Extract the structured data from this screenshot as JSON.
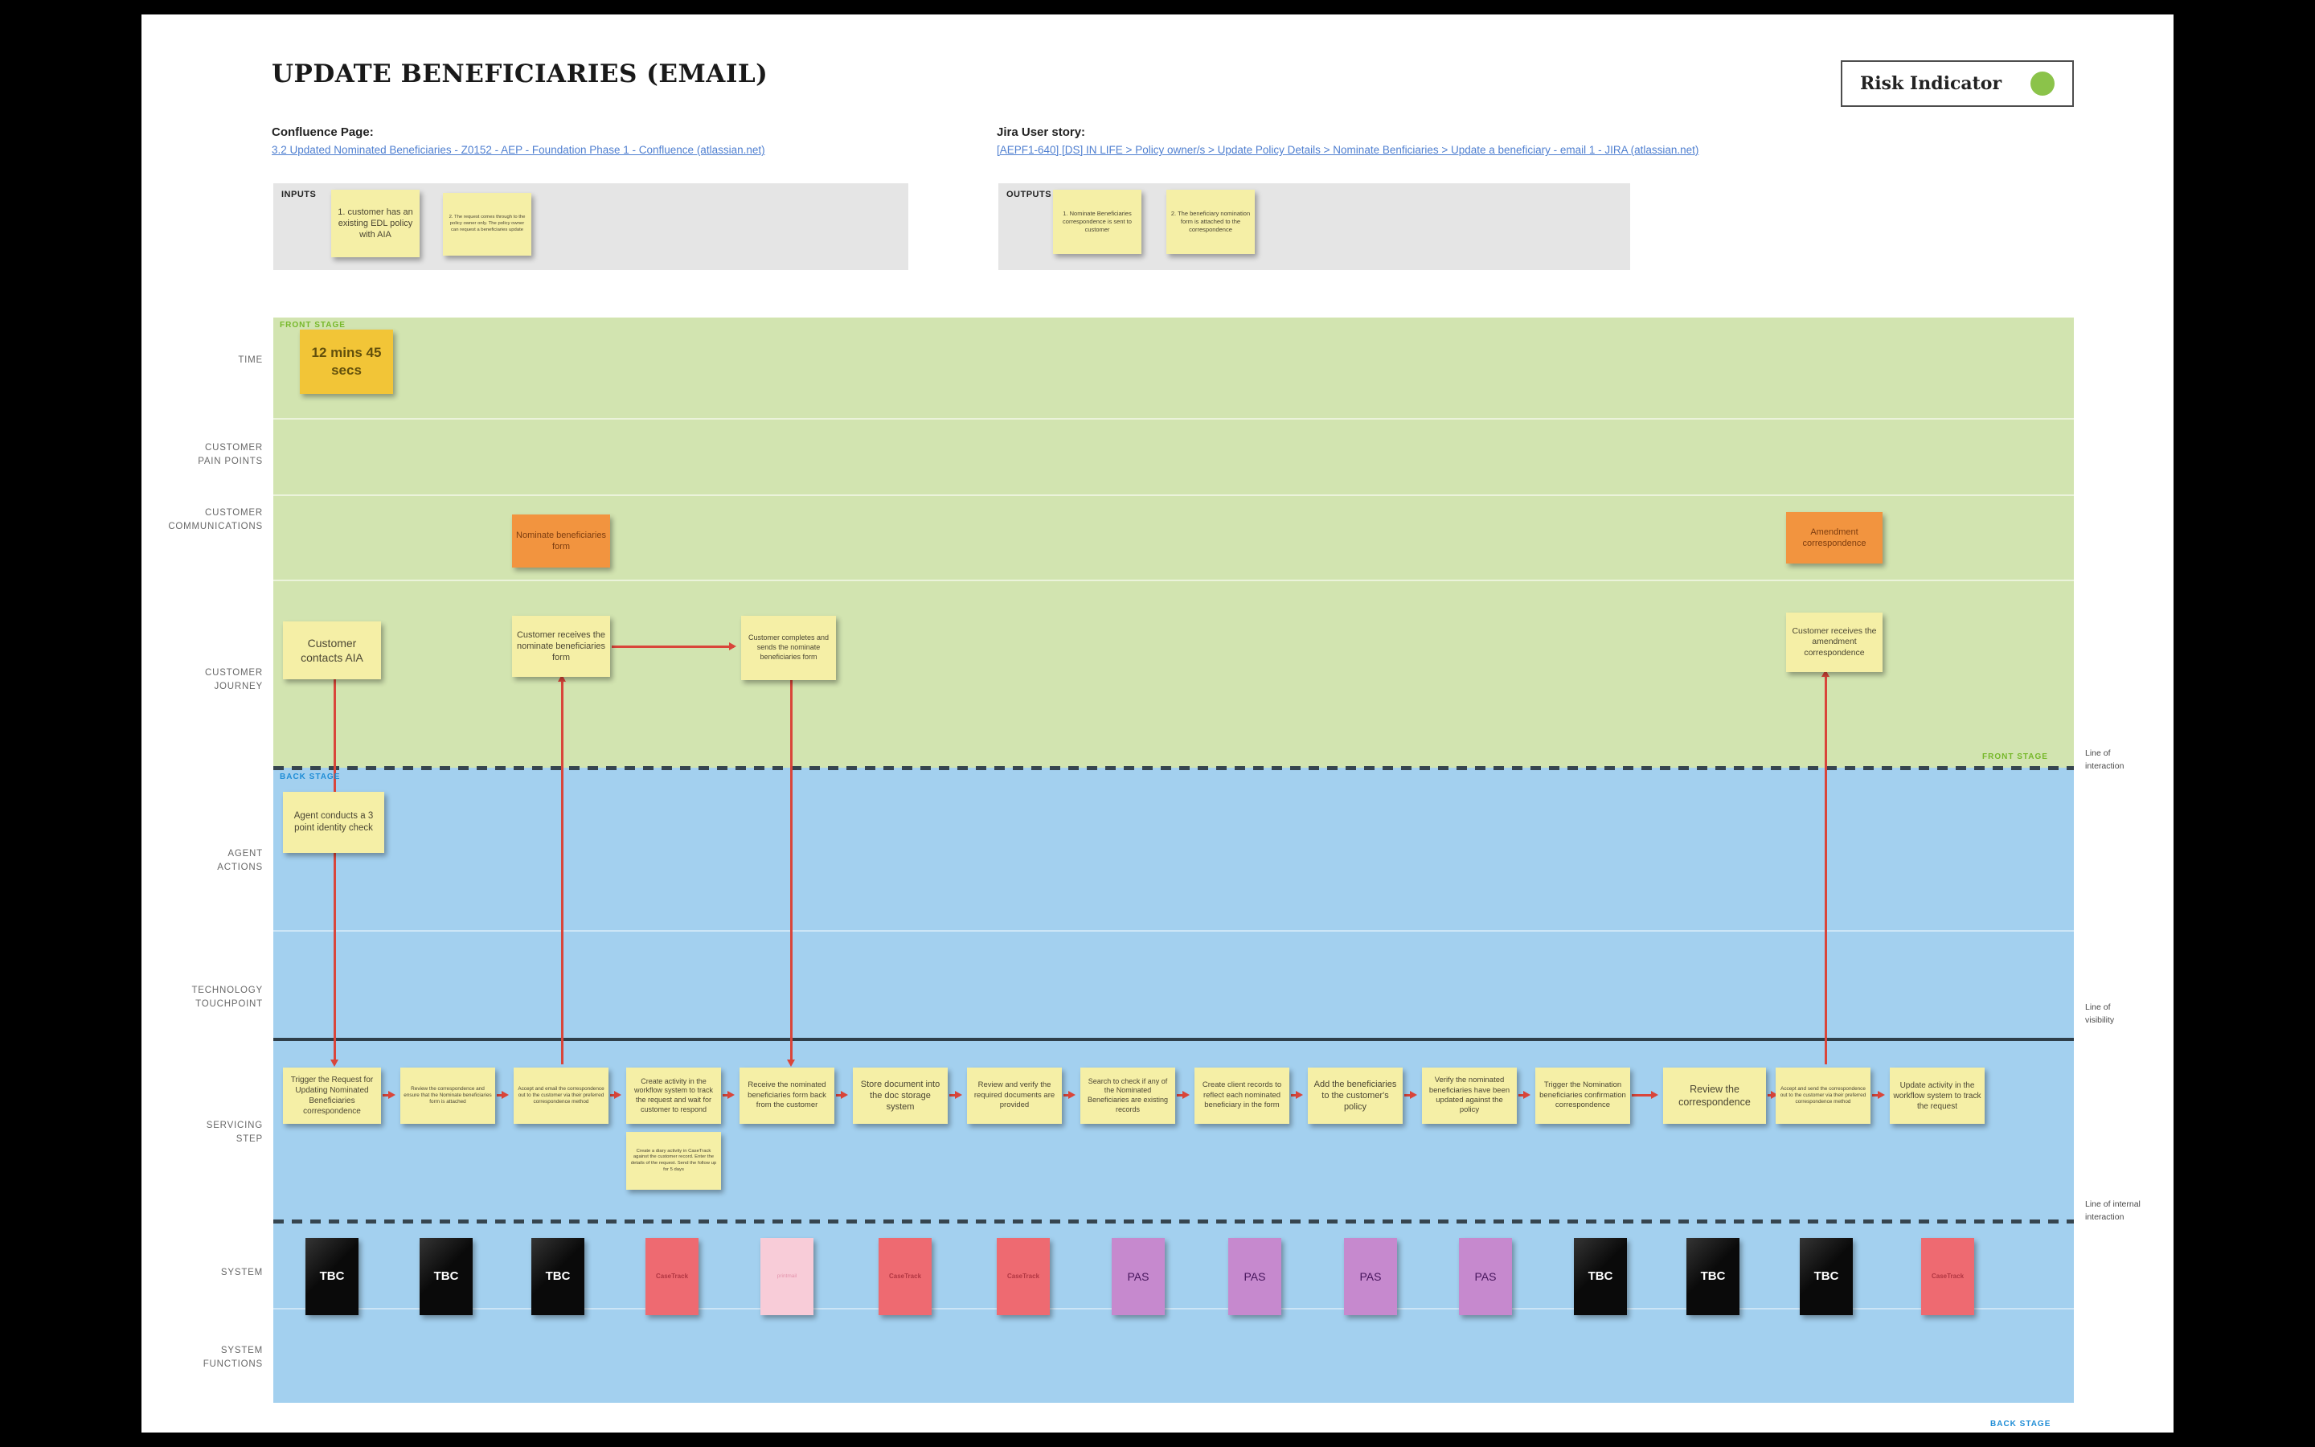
{
  "header": {
    "title": "UPDATE BENEFICIARIES (EMAIL)",
    "risk_label": "Risk Indicator",
    "confluence_label": "Confluence Page:",
    "confluence_link": "3.2 Updated Nominated Beneficiaries - Z0152 - AEP - Foundation Phase 1 - Confluence (atlassian.net)",
    "jira_label": "Jira User story:",
    "jira_link": "[AEPF1-640] [DS] IN LIFE > Policy owner/s > Update Policy Details > Nominate Benficiaries > Update a beneficiary - email 1 - JIRA (atlassian.net)"
  },
  "panels": {
    "inputs_label": "INPUTS",
    "inputs": [
      "1. customer has an existing EDL policy with AIA",
      "2. The request comes through to the policy owner only. The policy owner can request a beneficiaries update"
    ],
    "outputs_label": "OUTPUTS",
    "outputs": [
      "1. Nominate Beneficiaries correspondence is sent to customer",
      "2. The beneficiary nomination form is attached to the correspondence"
    ]
  },
  "lanes": [
    "TIME",
    "CUSTOMER\nPAIN POINTS",
    "CUSTOMER\nCOMMUNICATIONS",
    "CUSTOMER\nJOURNEY",
    "AGENT\nACTIONS",
    "TECHNOLOGY\nTOUCHPOINT",
    "SERVICING\nSTEP",
    "SYSTEM",
    "SYSTEM\nFUNCTIONS"
  ],
  "stage": {
    "front": "FRONT STAGE",
    "back": "BACK STAGE"
  },
  "line_labels": {
    "interaction": "Line of\ninteraction",
    "visibility": "Line of\nvisibility",
    "internal": "Line of internal\ninteraction"
  },
  "notes": {
    "time": "12 mins 45 secs",
    "comm_form": "Nominate beneficiaries form",
    "comm_amendment": "Amendment correspondence",
    "journey": [
      "Customer contacts AIA",
      "Customer receives the nominate beneficiaries form",
      "Customer completes and sends the nominate beneficiaries form",
      "Customer receives the amendment correspondence"
    ],
    "agent": "Agent conducts a 3 point identity check",
    "servicing": [
      "Trigger the Request for Updating Nominated Beneficiaries correspondence",
      "Review the correspondence and ensure that the Nominate beneficiaries form is attached",
      "Accept and email the correspondence out to the customer via their preferred correspondence method",
      "Create activity in the workflow system to track the request and wait for customer to respond",
      "Receive the nominated beneficiaries form back from the customer",
      "Store document into the doc storage system",
      "Review and verify the required documents are provided",
      "Search to check if any of the Nominated Beneficiaries are existing records",
      "Create client records to reflect each nominated beneficiary in the form",
      "Add the beneficiaries to the customer's policy",
      "Verify the nominated beneficiaries have been updated against the policy",
      "Trigger the Nomination beneficiaries confirmation correspondence",
      "Review the correspondence",
      "Accept and send the correspondence out to the customer via their preferred correspondence method",
      "Update activity in the workflow system to track the request"
    ],
    "servicing_detail": "Create a diary activity in CaseTrack against the customer record. Enter the details of the request. Send the follow up for 5 days",
    "systems": [
      {
        "label": "TBC",
        "type": "black"
      },
      {
        "label": "TBC",
        "type": "black"
      },
      {
        "label": "TBC",
        "type": "black"
      },
      {
        "label": "CaseTrack",
        "type": "red"
      },
      {
        "label": "printmail",
        "type": "pink"
      },
      {
        "label": "CaseTrack",
        "type": "red"
      },
      {
        "label": "CaseTrack",
        "type": "red"
      },
      {
        "label": "PAS",
        "type": "purple"
      },
      {
        "label": "PAS",
        "type": "purple"
      },
      {
        "label": "PAS",
        "type": "purple"
      },
      {
        "label": "PAS",
        "type": "purple"
      },
      {
        "label": "TBC",
        "type": "black"
      },
      {
        "label": "TBC",
        "type": "black"
      },
      {
        "label": "TBC",
        "type": "black"
      },
      {
        "label": "CaseTrack",
        "type": "red"
      }
    ]
  },
  "colors": {
    "front_stage_bg": "#d2e4b0",
    "back_stage_bg": "#a3d0ef",
    "sticky_yellow": "#f5efa6",
    "sticky_gold": "#f2c537",
    "sticky_orange": "#f2943f",
    "sticky_black": "#111111",
    "sticky_red": "#ee6a71",
    "sticky_pink": "#f8ccd8",
    "sticky_purple": "#c689ce",
    "connector_red": "#d9453a",
    "link_blue": "#4f7fd0",
    "risk_green": "#8bc34a"
  }
}
